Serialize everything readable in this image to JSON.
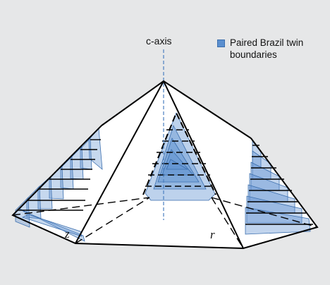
{
  "axis_label": "c-axis",
  "legend": {
    "label": "Paired Brazil twin boundaries",
    "swatch_color": "#5b8fcf"
  },
  "face_labels": {
    "z": "z",
    "r": "r"
  },
  "colors": {
    "background": "#e6e7e8",
    "face": "#ffffff",
    "twin_fill": "#5b8fcf",
    "twin_stroke": "#3c6fae",
    "outline": "#000000",
    "axis_line": "#4a7fc0"
  }
}
